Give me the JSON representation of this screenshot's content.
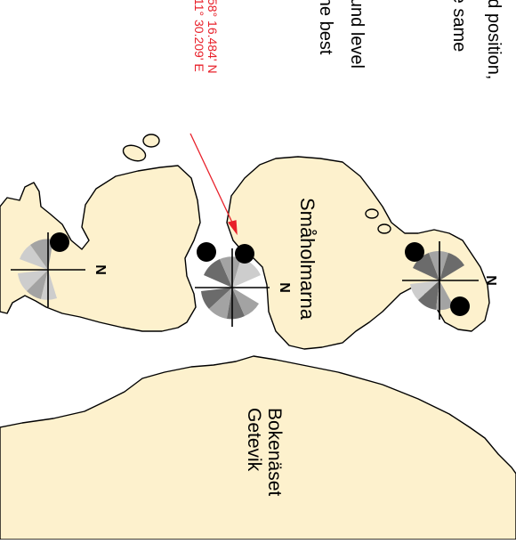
{
  "notes": {
    "line1": "ood position,",
    "line2": "the same",
    "line3": "ground level",
    "line4": "ot the best"
  },
  "coordinate": {
    "lat": "58° 16.484' N",
    "lon": "11° 30.209' E",
    "color": "#e8202a"
  },
  "places": {
    "island": "Småholmarna",
    "mainland_line1": "Bokenäset",
    "mainland_line2": "Getevik"
  },
  "compass_label": "N",
  "colors": {
    "land": "#fdf1cd",
    "coast": "#000000",
    "sector_dark": "#6b6b6b",
    "sector_mid": "#a3a3a3",
    "sector_light": "#cdcdcd"
  }
}
